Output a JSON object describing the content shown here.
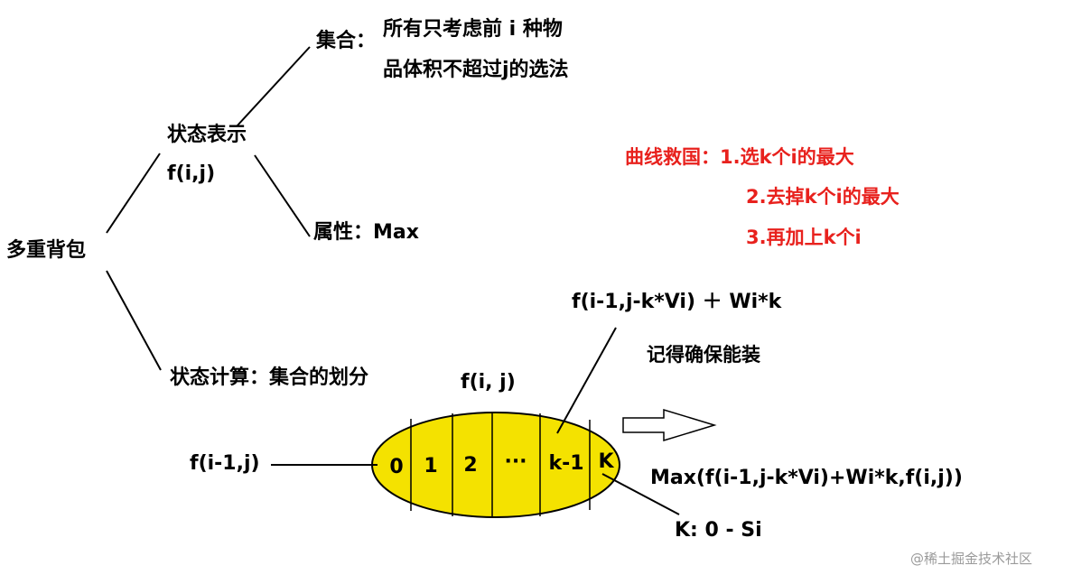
{
  "root": "多重背包",
  "state_repr": {
    "title": "状态表示",
    "func": "f(i,j)",
    "set_label": "集合：",
    "set_line1": "所有只考虑前 i 种物",
    "set_line2": "品体积不超过j的选法",
    "attr": "属性：Max"
  },
  "state_calc": {
    "title": "状态计算：集合的划分",
    "ellipse_label": "f(i, j)",
    "left_term": "f(i-1,j)",
    "cells": [
      "0",
      "1",
      "2",
      "···",
      "k-1",
      "K"
    ],
    "top_formula": "f(i-1,j-k*Vi) ＋ Wi*k",
    "note": "记得确保能装",
    "k_range": "K: 0 - Si",
    "max_formula": "Max(f(i-1,j-k*Vi)+Wi*k,f(i,j))"
  },
  "curve": {
    "line1": "曲线救国：1.选k个i的最大",
    "line2": "2.去掉k个i的最大",
    "line3": "3.再加上k个i"
  },
  "watermark": "@稀土掘金技术社区",
  "colors": {
    "highlight": "#e8211d",
    "ellipse_fill": "#f4e200",
    "ink": "#000000"
  }
}
